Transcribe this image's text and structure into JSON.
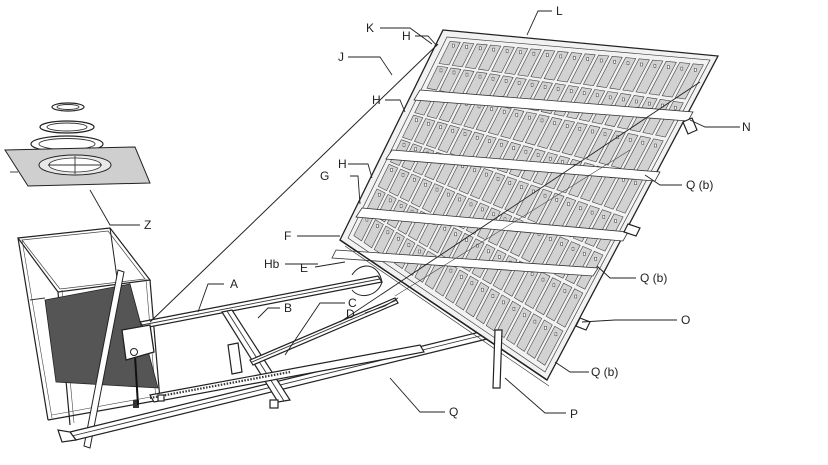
{
  "labels": {
    "L": "L",
    "K": "K",
    "H_top": "H",
    "J": "J",
    "H_mid": "H",
    "N": "N",
    "H_left": "H",
    "G": "G",
    "Qb_1": "Q (b)",
    "Z": "Z",
    "F": "F",
    "Hb": "Hb",
    "E": "E",
    "Qb_2": "Q (b)",
    "A": "A",
    "B": "B",
    "C": "C",
    "D": "D",
    "O": "O",
    "Qb_3": "Q (b)",
    "Q": "Q",
    "P": "P"
  },
  "colors": {
    "line": "#222222",
    "cell_fill": "#d2d2d2",
    "mirror_fill": "#555555",
    "background": "#ffffff"
  }
}
